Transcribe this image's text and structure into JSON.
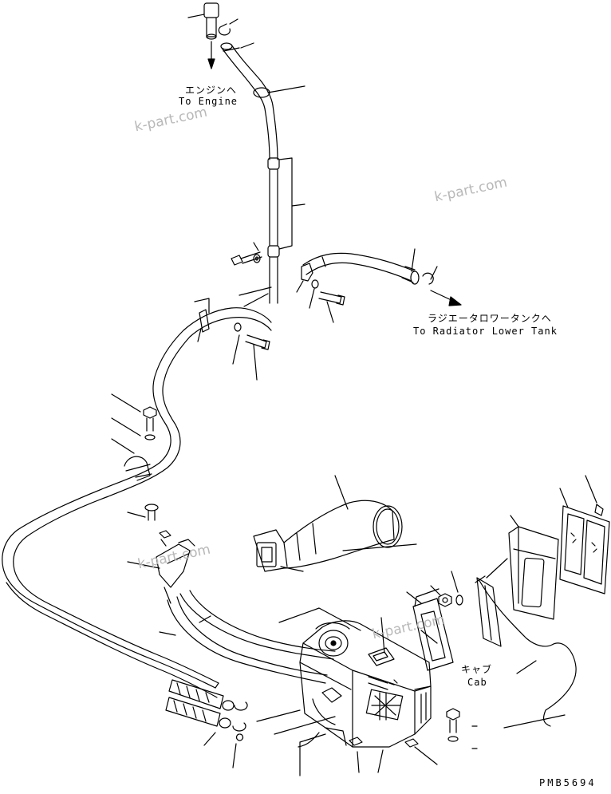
{
  "labels": {
    "engine_jp": "エンジンへ",
    "engine_en": "To Engine",
    "radiator_jp": "ラジエータロワータンクへ",
    "radiator_en": "To Radiator Lower Tank",
    "cab_jp": "キャブ",
    "cab_en": "Cab"
  },
  "drawing_code": "PMB5694",
  "watermark": "k-part.com"
}
